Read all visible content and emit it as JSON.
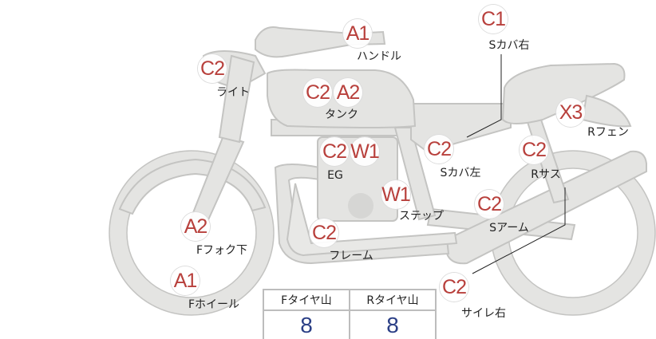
{
  "colors": {
    "part_fill": "#e4e4e2",
    "part_stroke": "#c4c4c2",
    "badge_text": "#b8403c",
    "value_text": "#2b3f86"
  },
  "parts": [
    {
      "id": "handle",
      "codes": [
        "A1"
      ],
      "label": "ハンドル"
    },
    {
      "id": "scover-right",
      "codes": [
        "C1"
      ],
      "label": "Sカバ右"
    },
    {
      "id": "light",
      "codes": [
        "C2"
      ],
      "label": "ライト"
    },
    {
      "id": "tank",
      "codes": [
        "C2",
        "A2"
      ],
      "label": "タンク"
    },
    {
      "id": "rfender",
      "codes": [
        "X3"
      ],
      "label": "Rフェン"
    },
    {
      "id": "engine",
      "codes": [
        "C2",
        "W1"
      ],
      "label": "EG"
    },
    {
      "id": "scover-left",
      "codes": [
        "C2"
      ],
      "label": "Sカバ左"
    },
    {
      "id": "rsus",
      "codes": [
        "C2"
      ],
      "label": "Rサス"
    },
    {
      "id": "step",
      "codes": [
        "W1"
      ],
      "label": "ステップ"
    },
    {
      "id": "swingarm",
      "codes": [
        "C2"
      ],
      "label": "Sアーム"
    },
    {
      "id": "ffork",
      "codes": [
        "A2"
      ],
      "label": "Fフォク下"
    },
    {
      "id": "frame",
      "codes": [
        "C2"
      ],
      "label": "フレーム"
    },
    {
      "id": "fwheel",
      "codes": [
        "A1"
      ],
      "label": "Fホイール"
    },
    {
      "id": "silencer-right",
      "codes": [
        "C2"
      ],
      "label": "サイレ右"
    }
  ],
  "tire_table": {
    "headers": [
      "Fタイヤ山",
      "Rタイヤ山"
    ],
    "values": [
      "8",
      "8"
    ]
  }
}
